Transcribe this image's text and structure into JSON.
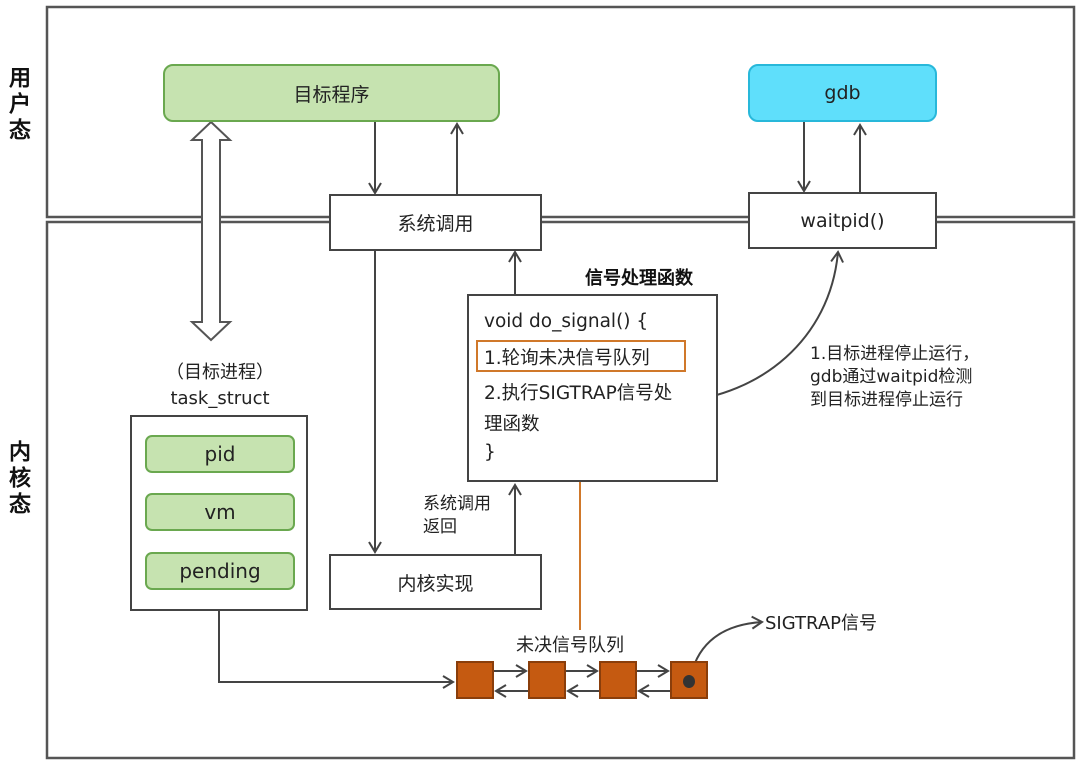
{
  "regions": {
    "user_space": "用户态",
    "kernel_space": "内核态"
  },
  "boxes": {
    "target_program": "目标程序",
    "gdb": "gdb",
    "syscall": "系统调用",
    "waitpid": "waitpid()",
    "kernel_impl": "内核实现"
  },
  "task_struct": {
    "caption_line1": "（目标进程）",
    "caption_line2": "task_struct",
    "fields": [
      "pid",
      "vm",
      "pending"
    ]
  },
  "signal_handler": {
    "title": "信号处理函数",
    "lines": [
      "void do_signal() {",
      "1.轮询未决信号队列",
      "2.执行SIGTRAP信号处",
      "理函数",
      "}"
    ]
  },
  "notes": {
    "syscall_return_line1": "系统调用",
    "syscall_return_line2": "返回",
    "gdb_detect_line1": "1.目标进程停止运行，",
    "gdb_detect_line2": "gdb通过waitpid检测",
    "gdb_detect_line3": "到目标进程停止运行",
    "pending_queue": "未决信号队列",
    "sigtrap": "SIGTRAP信号"
  },
  "pending_queue": {
    "node_count": 4,
    "signal_node_index": 3
  },
  "colors": {
    "green_fill": "#c6e3b0",
    "green_border": "#6aa84f",
    "cyan_fill": "#5fdffb",
    "orange_node": "#c55a11",
    "orange_highlight": "#d0782a",
    "line": "#444444"
  }
}
